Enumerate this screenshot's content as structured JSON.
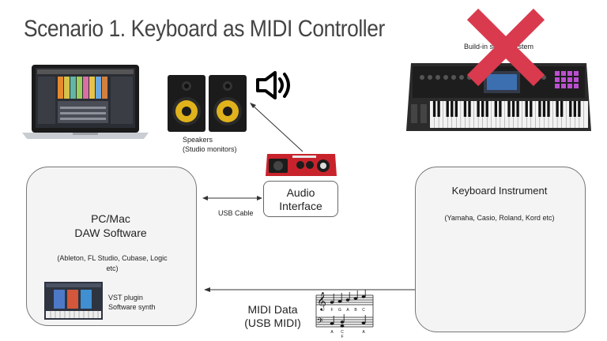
{
  "title": "Scenario 1. Keyboard as MIDI Controller",
  "speakers_caption_line1": "Speakers",
  "speakers_caption_line2": "(Studio monitors)",
  "usb_cable_label": "USB Cable",
  "audio_interface": {
    "line1": "Audio",
    "line2": "Interface"
  },
  "pc_box": {
    "title_line1": "PC/Mac",
    "title_line2": "DAW Software",
    "apps_line1": "(Ableton, FL Studio, Cubase, Logic",
    "apps_line2": "etc)",
    "vst_line1": "VST plugin",
    "vst_line2": "Software synth"
  },
  "keyboard_box": {
    "title": "Keyboard Instrument",
    "brands": "(Yamaha, Casio, Roland, Kord  etc)"
  },
  "midi_label_line1": "MIDI Data",
  "midi_label_line2": "(USB MIDI)",
  "build_in_text": "Build-in sound system",
  "note_letters_treble": [
    "F",
    "G",
    "A",
    "B",
    "C"
  ],
  "note_letters_bass": [
    "A",
    "C",
    "F",
    "A"
  ],
  "colors": {
    "cross": "#d93a4e",
    "box_border": "#777777",
    "box_fill": "#f4f4f4",
    "interface_red": "#c8232c"
  }
}
